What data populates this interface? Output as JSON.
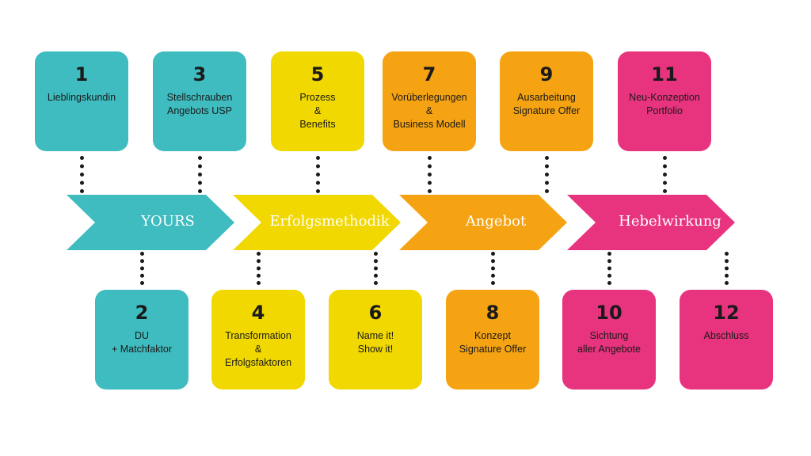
{
  "colors": {
    "teal": "#3fbcbf",
    "yellow": "#f0d800",
    "orange": "#f5a312",
    "magenta": "#e8337e"
  },
  "phases": [
    {
      "label": "YOURS",
      "color": "#3fbcbf"
    },
    {
      "label": "Erfolgsmethodik",
      "color": "#f0d800"
    },
    {
      "label": "Angebot",
      "color": "#f5a312"
    },
    {
      "label": "Hebelwirkung",
      "color": "#e8337e"
    }
  ],
  "steps": [
    {
      "num": "1",
      "text": "Lieblingskundin",
      "color": "#3fbcbf"
    },
    {
      "num": "2",
      "text": "DU\n+ Matchfaktor",
      "color": "#3fbcbf"
    },
    {
      "num": "3",
      "text": "Stellschrauben\nAngebots USP",
      "color": "#3fbcbf"
    },
    {
      "num": "4",
      "text": "Transformation\n&\nErfolgsfaktoren",
      "color": "#f0d800"
    },
    {
      "num": "5",
      "text": "Prozess\n&\nBenefits",
      "color": "#f0d800"
    },
    {
      "num": "6",
      "text": "Name it!\nShow it!",
      "color": "#f0d800"
    },
    {
      "num": "7",
      "text": "Vorüberlegungen\n&\nBusiness Modell",
      "color": "#f5a312"
    },
    {
      "num": "8",
      "text": "Konzept\nSignature Offer",
      "color": "#f5a312"
    },
    {
      "num": "9",
      "text": "Ausarbeitung\nSignature Offer",
      "color": "#f5a312"
    },
    {
      "num": "10",
      "text": "Sichtung\naller Angebote",
      "color": "#e8337e"
    },
    {
      "num": "11",
      "text": "Neu-Konzeption\nPortfolio",
      "color": "#e8337e"
    },
    {
      "num": "12",
      "text": "Abschluss",
      "color": "#e8337e"
    }
  ]
}
